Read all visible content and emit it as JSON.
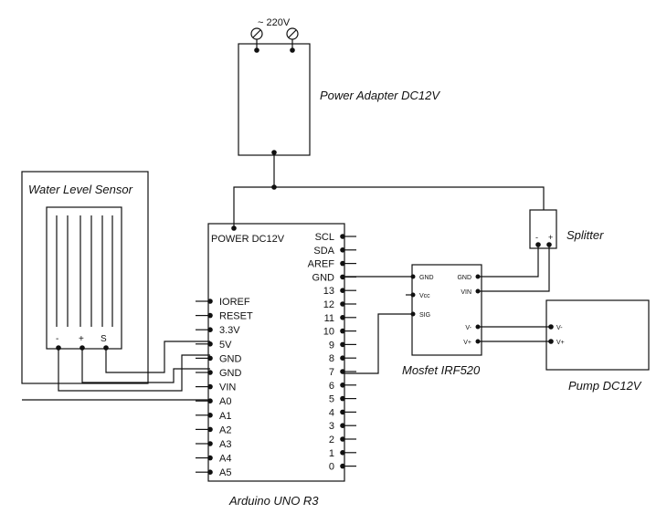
{
  "power_source": {
    "label": "~ 220V"
  },
  "power_adapter": {
    "label": "Power Adapter DC12V"
  },
  "water_sensor": {
    "label": "Water Level Sensor",
    "pins": [
      "-",
      "+",
      "S"
    ]
  },
  "splitter": {
    "label": "Splitter",
    "pins": [
      "-",
      "+"
    ]
  },
  "arduino": {
    "label": "Arduino UNO R3",
    "power_label": "POWER DC12V",
    "left_pins": [
      "IOREF",
      "RESET",
      "3.3V",
      "5V",
      "GND",
      "GND",
      "VIN",
      "A0",
      "A1",
      "A2",
      "A3",
      "A4",
      "A5"
    ],
    "right_pins": [
      "SCL",
      "SDA",
      "AREF",
      "GND",
      "13",
      "12",
      "11",
      "10",
      "9",
      "8",
      "7",
      "6",
      "5",
      "4",
      "3",
      "2",
      "1",
      "0"
    ]
  },
  "mosfet": {
    "label": "Mosfet IRF520",
    "left_pins": [
      "GND",
      "Vcc",
      "SIG"
    ],
    "right_pins": [
      "GND",
      "VIN",
      "V-",
      "V+"
    ]
  },
  "pump": {
    "label": "Pump DC12V",
    "pins": [
      "V-",
      "V+"
    ]
  }
}
